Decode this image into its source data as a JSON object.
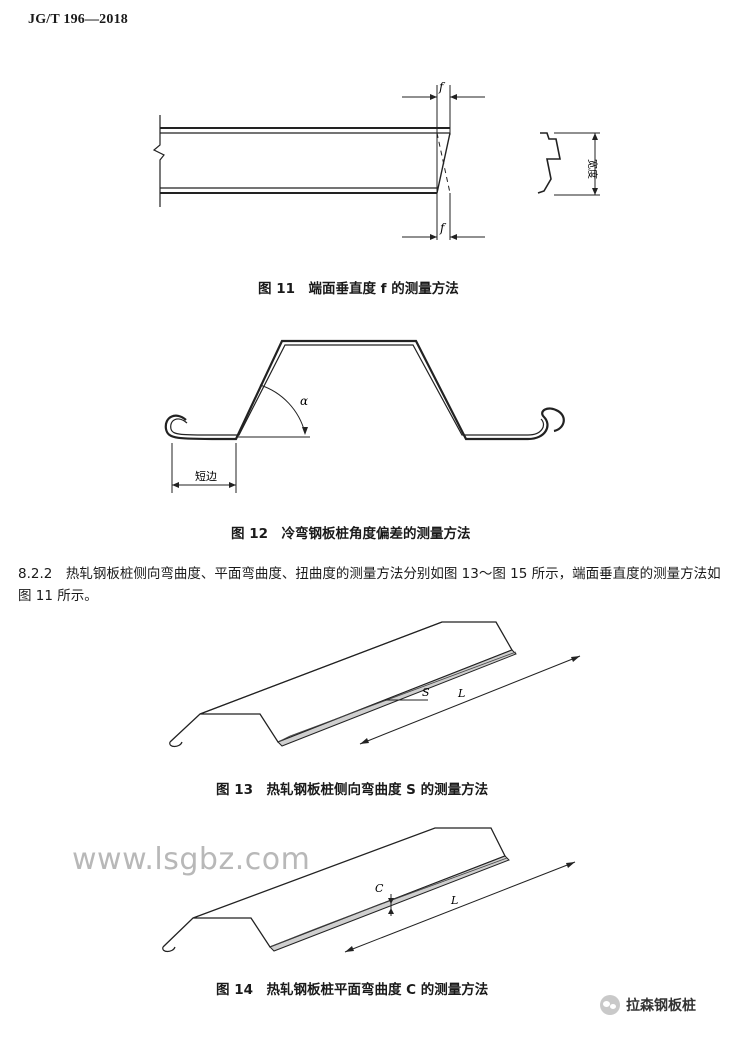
{
  "header": {
    "standard_code": "JG/T 196—2018"
  },
  "figure11": {
    "caption": "图 11　端面垂直度 f 的测量方法",
    "label_f_top": "f",
    "label_f_bottom": "f",
    "label_width": "宽度"
  },
  "figure12": {
    "caption": "图 12　冷弯钢板桩角度偏差的测量方法",
    "label_alpha": "α",
    "label_short_edge": "短边"
  },
  "section": {
    "text": "8.2.2　热轧钢板桩侧向弯曲度、平面弯曲度、扭曲度的测量方法分别如图 13～图 15 所示，端面垂直度的测量方法如图 11 所示。"
  },
  "figure13": {
    "caption": "图 13　热轧钢板桩侧向弯曲度 S 的测量方法",
    "label_S": "S",
    "label_L": "L"
  },
  "figure14": {
    "caption": "图 14　热轧钢板桩平面弯曲度 C 的测量方法",
    "label_C": "C",
    "label_L": "L"
  },
  "watermark": {
    "text": "www.lsgbz.com"
  },
  "badge": {
    "text": "拉森钢板桩",
    "icon": "wechat-icon"
  }
}
